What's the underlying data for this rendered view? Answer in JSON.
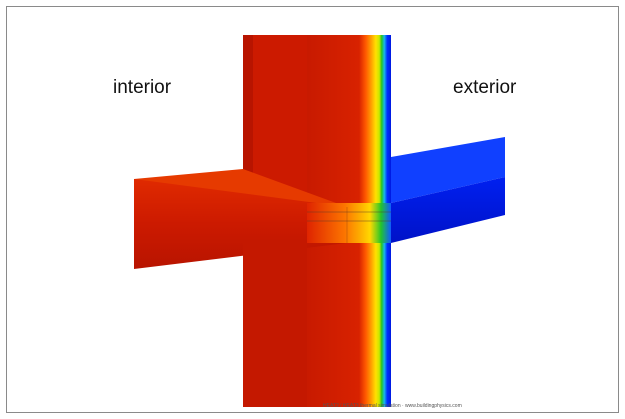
{
  "labels": {
    "interior": "interior",
    "exterior": "exterior"
  },
  "credit": "HEAT2 / HEAT3 thermal simulation · www.buildingphysics.com",
  "colors": {
    "warm": "#cc1a00",
    "warm_dark": "#b01200",
    "orange": "#ff6a00",
    "yellow": "#ffee00",
    "green": "#22c42a",
    "cyan": "#19b8e8",
    "cold": "#0018e0",
    "cold_dark": "#0010c0"
  },
  "icons": {
    "wall": "vertical-wall-section",
    "slab": "horizontal-floor-slab"
  }
}
